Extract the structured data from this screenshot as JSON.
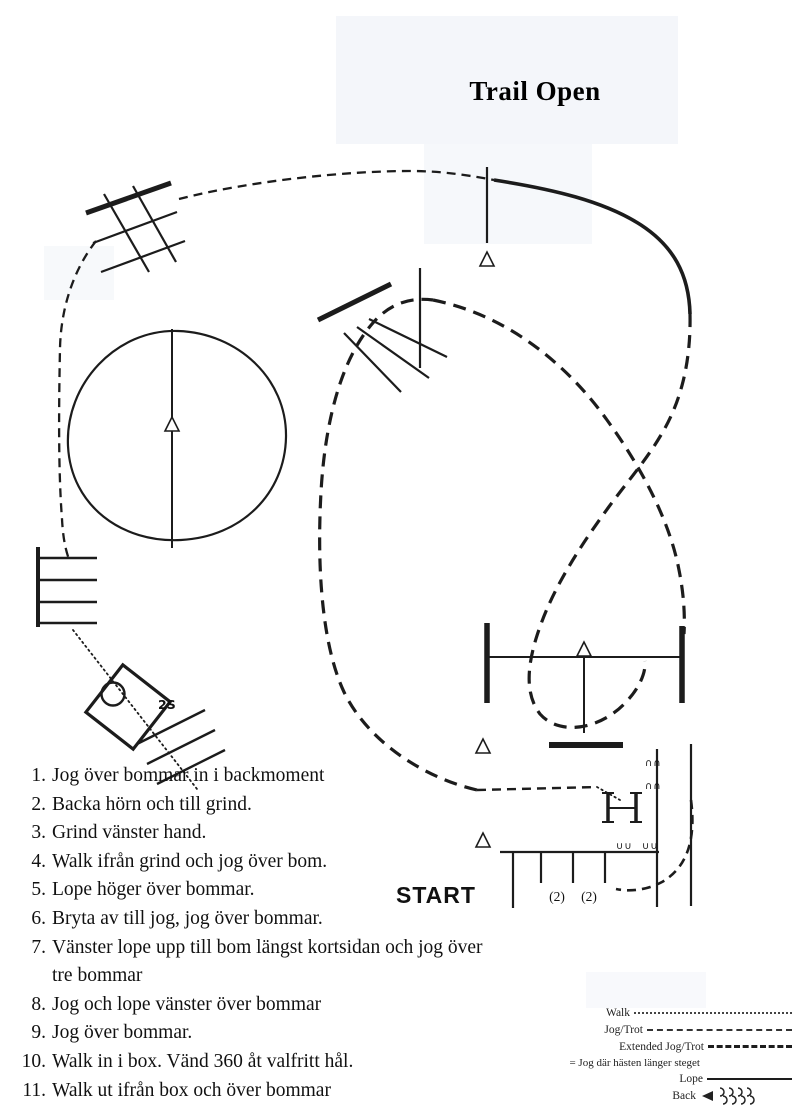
{
  "title": "Trail Open",
  "instructions": [
    {
      "num": "1.",
      "text": "Jog över bommar in i backmoment"
    },
    {
      "num": "2.",
      "text": "Backa hörn och till grind."
    },
    {
      "num": "3.",
      "text": "Grind vänster hand."
    },
    {
      "num": "4.",
      "text": "Walk ifrån grind och jog över bom."
    },
    {
      "num": "5.",
      "text": "Lope höger över bommar."
    },
    {
      "num": "6.",
      "text": "Bryta av till jog, jog över bommar."
    },
    {
      "num": "7.",
      "text": "Vänster lope upp till bom längst kortsidan och jog över\ntre bommar"
    },
    {
      "num": "8.",
      "text": "Jog och lope vänster över bommar"
    },
    {
      "num": "9.",
      "text": "Jog över bommar."
    },
    {
      "num": "10.",
      "text": "Walk in i box. Vänd 360 åt valfritt hål."
    },
    {
      "num": "11.",
      "text": "Walk ut ifrån box och över bommar"
    }
  ],
  "diagram": {
    "start_label": "START",
    "box_label": "2S",
    "pole_count_left": "(2)",
    "pole_count_right": "(2)",
    "gate_marks_top_1": "∩∩",
    "gate_marks_top_2": "∩∩",
    "gate_marks_bottom_1": "∪∪",
    "gate_marks_bottom_2": "∪∪"
  },
  "legend": {
    "walk": "Walk",
    "jog_trot": "Jog/Trot",
    "extended": "Extended Jog/Trot",
    "extended_note": "= Jog där hästen länger steget",
    "lope": "Lope",
    "back": "Back"
  },
  "colors": {
    "ink": "#1c1c1c",
    "paper": "#ffffff"
  }
}
